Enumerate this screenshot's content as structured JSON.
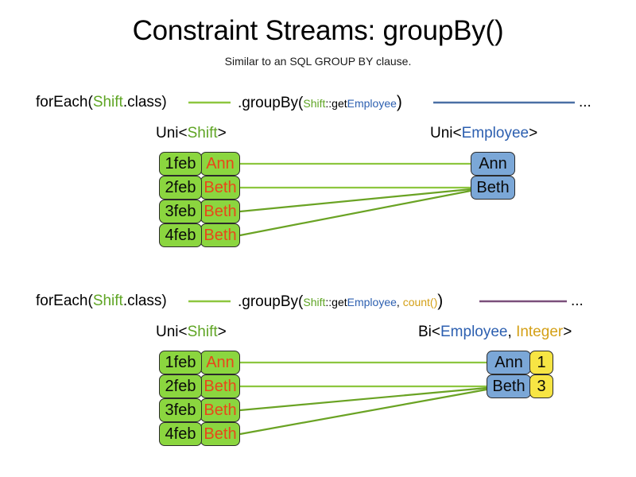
{
  "slide": {
    "title": "Constraint Streams: groupBy()",
    "subtitle": "Similar to an SQL GROUP BY clause."
  },
  "colors": {
    "shift_green_text": "#5FA524",
    "employee_blue_text": "#2C5FB0",
    "integer_gold_text": "#D4A017",
    "shift_box_fill": "#8BD63F",
    "shift_name_text": "#E8471A",
    "employee_box_fill": "#7BA7D7",
    "count_box_fill": "#F7E544",
    "green_wire": "#6AA324",
    "light_green_wire": "#8DC63F",
    "blue_wire": "#4A6FA5",
    "purple_wire": "#7A4F7A"
  },
  "sections": [
    {
      "id": "groupby-single",
      "code": {
        "for_each": "forEach(",
        "for_each_type": "Shift",
        "for_each_tail": ".class)",
        "group_by": ".groupBy(",
        "mapper_type": "Shift",
        "mapper_sep": "::get",
        "mapper_prop": "Employee",
        "group_by_tail": ")",
        "ellipsis": "..."
      },
      "left_caption": {
        "prefix": "Uni<",
        "type": "Shift",
        "suffix": ">"
      },
      "right_caption": {
        "prefix": "Uni<",
        "type": "Employee",
        "suffix": ">"
      },
      "shifts": [
        {
          "date": "1feb",
          "employee": "Ann"
        },
        {
          "date": "2feb",
          "employee": "Beth"
        },
        {
          "date": "3feb",
          "employee": "Beth"
        },
        {
          "date": "4feb",
          "employee": "Beth"
        }
      ],
      "groups": [
        {
          "employee": "Ann"
        },
        {
          "employee": "Beth"
        }
      ],
      "links": [
        {
          "from": 0,
          "to": 0
        },
        {
          "from": 1,
          "to": 1
        },
        {
          "from": 2,
          "to": 1
        },
        {
          "from": 3,
          "to": 1
        }
      ]
    },
    {
      "id": "groupby-count",
      "code": {
        "for_each": "forEach(",
        "for_each_type": "Shift",
        "for_each_tail": ".class)",
        "group_by": ".groupBy(",
        "mapper_type": "Shift",
        "mapper_sep": "::get",
        "mapper_prop": "Employee",
        "collector_sep": ", ",
        "collector": "count()",
        "group_by_tail": ")",
        "ellipsis": "..."
      },
      "left_caption": {
        "prefix": "Uni<",
        "type": "Shift",
        "suffix": ">"
      },
      "right_caption": {
        "prefix": "Bi<",
        "type": "Employee",
        "sep": ", ",
        "type2": "Integer",
        "suffix": ">"
      },
      "shifts": [
        {
          "date": "1feb",
          "employee": "Ann"
        },
        {
          "date": "2feb",
          "employee": "Beth"
        },
        {
          "date": "3feb",
          "employee": "Beth"
        },
        {
          "date": "4feb",
          "employee": "Beth"
        }
      ],
      "groups": [
        {
          "employee": "Ann",
          "count": "1"
        },
        {
          "employee": "Beth",
          "count": "3"
        }
      ],
      "links": [
        {
          "from": 0,
          "to": 0
        },
        {
          "from": 1,
          "to": 1
        },
        {
          "from": 2,
          "to": 1
        },
        {
          "from": 3,
          "to": 1
        }
      ]
    }
  ]
}
